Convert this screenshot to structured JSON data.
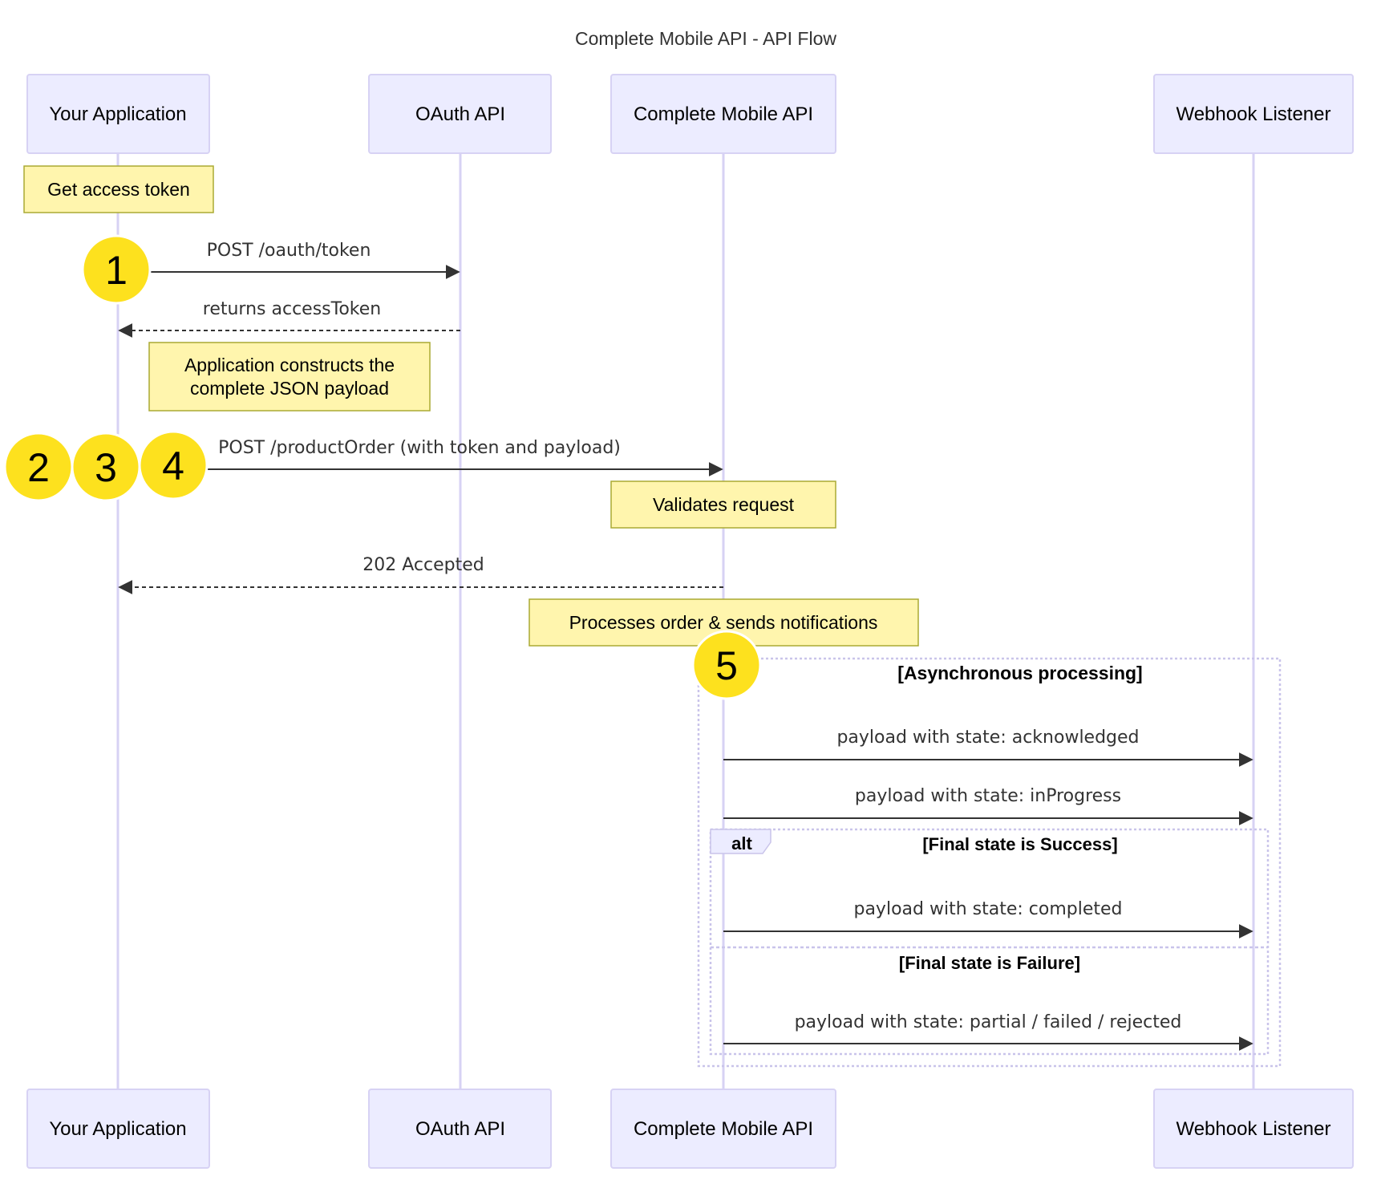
{
  "title": "Complete Mobile API - API Flow",
  "actors": {
    "app": "Your Application",
    "oauth": "OAuth API",
    "cma": "Complete Mobile API",
    "webhook": "Webhook Listener"
  },
  "notes": {
    "get_token": "Get access token",
    "construct_line1": "Application constructs the",
    "construct_line2": "complete JSON payload",
    "validates": "Validates request",
    "processes": "Processes order & sends notifications"
  },
  "messages": {
    "post_token": "POST /oauth/token",
    "returns_token": "returns accessToken",
    "post_order": "POST /productOrder (with token and payload)",
    "accepted": "202 Accepted",
    "acknowledged": "payload with state: acknowledged",
    "in_progress": "payload with state: inProgress",
    "completed": "payload with state: completed",
    "failed": "payload with state: partial / failed / rejected"
  },
  "frames": {
    "loop_condition": "[Asynchronous processing]",
    "alt_keyword": "alt",
    "alt_success": "[Final state is Success]",
    "alt_failure": "[Final state is Failure]"
  },
  "badges": [
    "1",
    "2",
    "3",
    "4",
    "5"
  ],
  "colors": {
    "actor_fill": "#ECECFF",
    "actor_stroke": "#D7D2F4",
    "note_fill": "#FFF5AD",
    "note_stroke": "#AAAA33",
    "badge_fill": "#FDE11E",
    "arrow": "#333333"
  }
}
